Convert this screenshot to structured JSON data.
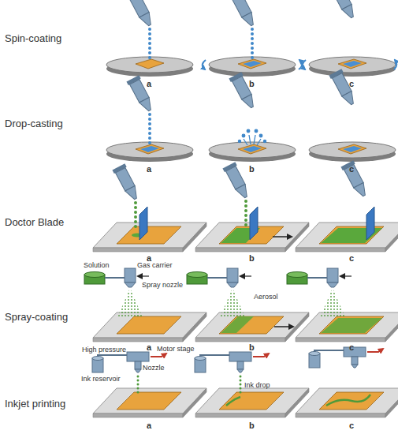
{
  "diagram": {
    "labels": [
      "Spin-coating",
      "a",
      "b",
      "c",
      "Drop-casting",
      "a",
      "b",
      "c",
      "Doctor Blade",
      "a",
      "b",
      "c",
      "Solution",
      "Gas carrier",
      "Spray nozzle",
      "Spray-coating",
      "Aerosol",
      "a",
      "b",
      "c",
      "High pressure",
      "Motor stage",
      "Ink reservoir",
      "Inkjet printing",
      "Nozzle",
      "Ink drop",
      "a",
      "b",
      "c"
    ]
  }
}
